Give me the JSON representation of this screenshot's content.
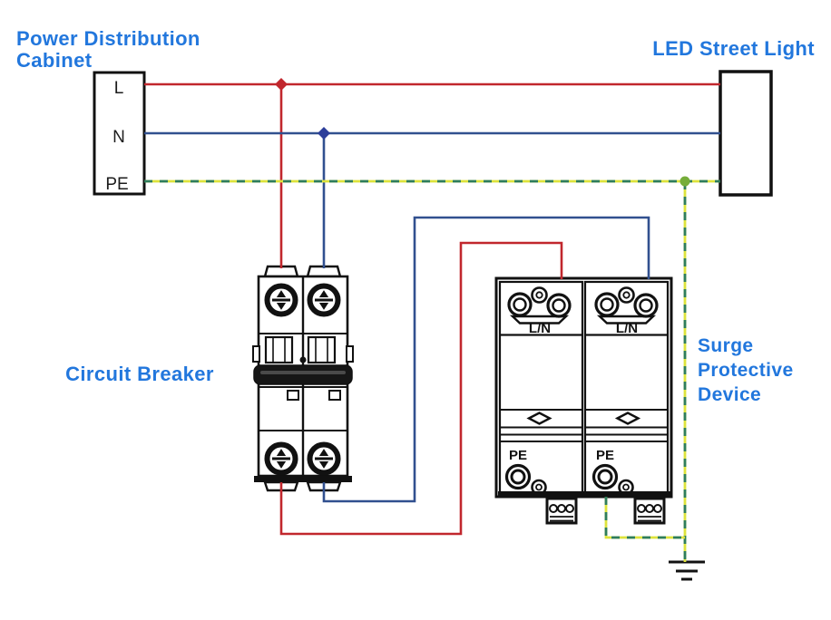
{
  "diagram": {
    "type": "wiring-diagram",
    "labels": {
      "cabinet": "Power Distribution Cabinet",
      "led": "LED Street Light",
      "breaker": "Circuit Breaker",
      "spd": "Surge Protective Device"
    },
    "cabinet_terminals": [
      "L",
      "N",
      "PE"
    ],
    "spd_left_module": {
      "top": "L/N",
      "bottom": "PE"
    },
    "spd_right_module": {
      "top": "L/N",
      "bottom": "PE"
    },
    "wire_colors": {
      "live": "#c1272d",
      "neutral": "#31508f",
      "pe_yellow": "#dde33c",
      "pe_green": "#2e7d5c"
    },
    "label_color": "#2277dd"
  }
}
